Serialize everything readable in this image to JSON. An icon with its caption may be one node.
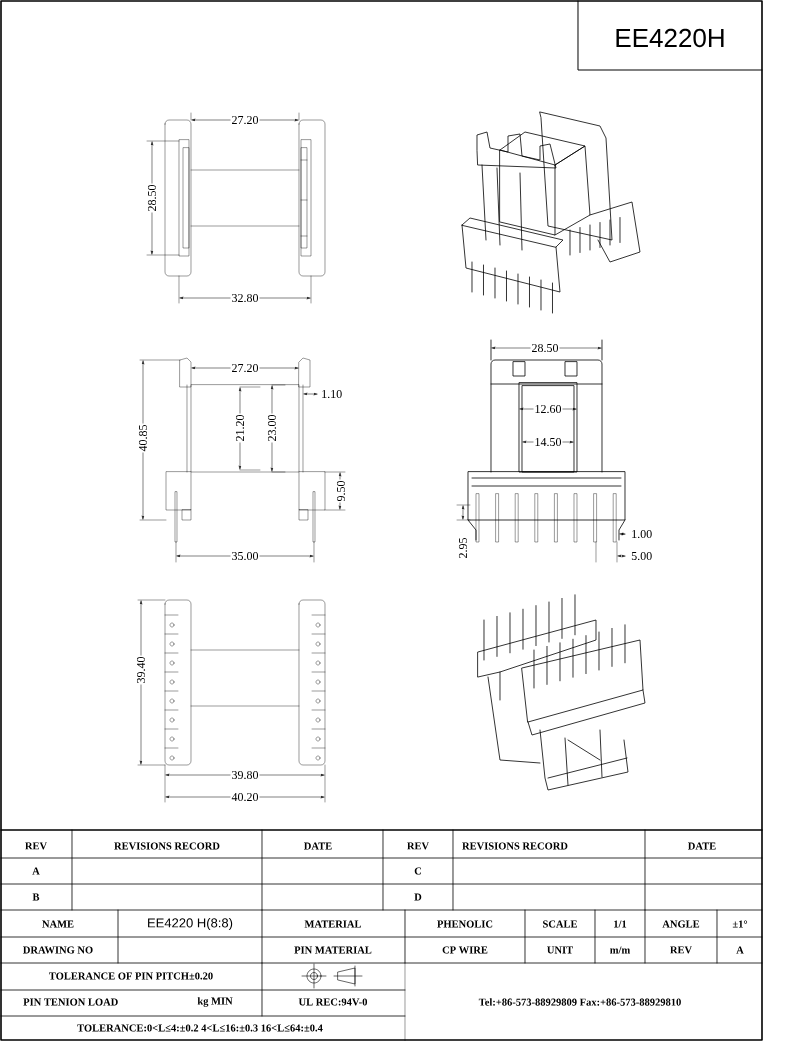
{
  "diagram": {
    "title": "EE4220H",
    "labels": [
      "27.20",
      "28.50",
      "32.80",
      "28.50",
      "27.20",
      "1.10",
      "21.20",
      "23.00",
      "12.60",
      "14.50",
      "40.85",
      "9.50",
      "1.00",
      "2.95",
      "35.00",
      "5.00",
      "39.40",
      "39.80",
      "40.20",
      "REV",
      "REVISIONS RECORD",
      "DATE",
      "REV",
      "REVISIONS RECORD",
      "DATE",
      "A",
      "C",
      "B",
      "D",
      "NAME",
      "EE4220 H(8:8)",
      "MATERIAL",
      "PHENOLIC",
      "SCALE",
      "1/1",
      "ANGLE",
      "±1°",
      "DRAWING NO",
      "PIN MATERIAL",
      "CP WIRE",
      "UNIT",
      "m/m",
      "REV",
      "A",
      "TOLERANCE OF PIN PITCH±0.20",
      "PIN TENION LOAD",
      "kg MIN",
      "UL REC:94V-0",
      "Tel:+86-573-88929809 Fax:+86-573-88929810",
      "TOLERANCE:0<L≤4:±0.2 4<L≤16:±0.3 16<L≤64:±0.4"
    ]
  }
}
